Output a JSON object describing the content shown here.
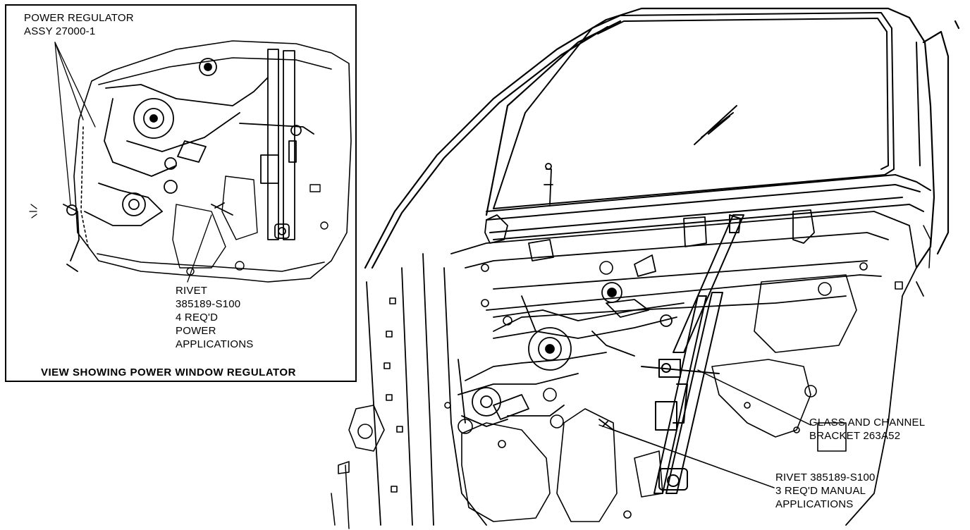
{
  "inset": {
    "caption": "VIEW SHOWING POWER WINDOW REGULATOR",
    "power_regulator": [
      "POWER REGULATOR",
      "ASSY 27000-1"
    ],
    "rivet_power": [
      "RIVET",
      "385189-S100",
      "4 REQ'D",
      "POWER",
      "APPLICATIONS"
    ]
  },
  "main": {
    "glass_bracket": [
      "GLASS AND CHANNEL",
      "BRACKET 263A52"
    ],
    "rivet_manual": [
      "RIVET 385189-S100",
      "3 REQ'D MANUAL",
      "APPLICATIONS"
    ]
  },
  "colors": {
    "ink": "#000000",
    "paper": "#ffffff"
  }
}
